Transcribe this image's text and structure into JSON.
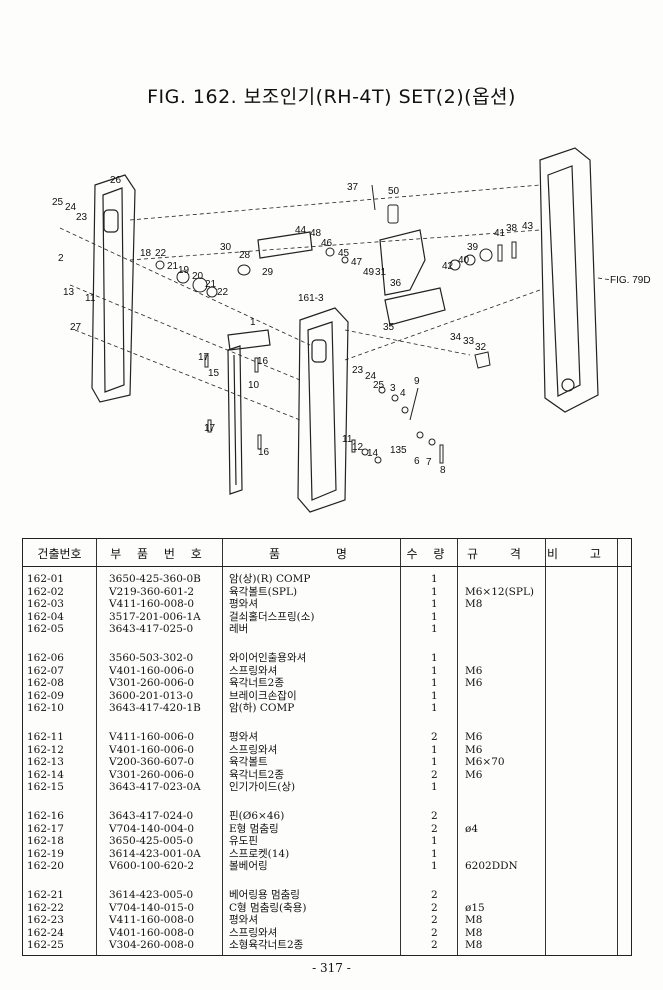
{
  "title": "FIG. 162. 보조인기(RH-4T) SET(2)(옵션)",
  "diagram": {
    "callouts": [
      "26",
      "25",
      "24",
      "23",
      "2",
      "13",
      "11",
      "27",
      "18",
      "22",
      "21",
      "19",
      "20",
      "21",
      "22",
      "30",
      "28",
      "29",
      "44",
      "48",
      "46",
      "45",
      "47",
      "49",
      "31",
      "161-3",
      "36",
      "37",
      "50",
      "35",
      "42",
      "40",
      "39",
      "41",
      "38",
      "43",
      "FIG. 79D",
      "34",
      "33",
      "32",
      "1",
      "17",
      "16",
      "15",
      "10",
      "17",
      "16",
      "23",
      "24",
      "25",
      "3",
      "4",
      "9",
      "11",
      "12",
      "14",
      "13",
      "5",
      "6",
      "7",
      "8"
    ]
  },
  "table": {
    "headers": [
      "건출번호",
      "부 품 번 호",
      "품 명",
      "수 량",
      "규 격",
      "비 고"
    ],
    "rows": [
      [
        "162-01",
        "3650-425-360-0B",
        "암(상)(R) COMP",
        "1",
        ""
      ],
      [
        "162-02",
        "V219-360-601-2",
        "육각볼트(SPL)",
        "1",
        "M6×12(SPL)"
      ],
      [
        "162-03",
        "V411-160-008-0",
        "평와셔",
        "1",
        "M8"
      ],
      [
        "162-04",
        "3517-201-006-1A",
        "걸쇠홀더스프링(소)",
        "1",
        ""
      ],
      [
        "162-05",
        "3643-417-025-0",
        "레버",
        "1",
        ""
      ],
      [
        "162-06",
        "3560-503-302-0",
        "와이어인출용와셔",
        "1",
        ""
      ],
      [
        "162-07",
        "V401-160-006-0",
        "스프링와셔",
        "1",
        "M6"
      ],
      [
        "162-08",
        "V301-260-006-0",
        "육각너트2종",
        "1",
        "M6"
      ],
      [
        "162-09",
        "3600-201-013-0",
        "브레이크손잡이",
        "1",
        ""
      ],
      [
        "162-10",
        "3643-417-420-1B",
        "암(하) COMP",
        "1",
        ""
      ],
      [
        "162-11",
        "V411-160-006-0",
        "평와셔",
        "2",
        "M6"
      ],
      [
        "162-12",
        "V401-160-006-0",
        "스프링와셔",
        "1",
        "M6"
      ],
      [
        "162-13",
        "V200-360-607-0",
        "육각볼트",
        "1",
        "M6×70"
      ],
      [
        "162-14",
        "V301-260-006-0",
        "육각너트2종",
        "2",
        "M6"
      ],
      [
        "162-15",
        "3643-417-023-0A",
        "인기가이드(상)",
        "1",
        ""
      ],
      [
        "162-16",
        "3643-417-024-0",
        "핀(Ø6×46)",
        "2",
        ""
      ],
      [
        "162-17",
        "V704-140-004-0",
        "E형 멈춤링",
        "2",
        "ø4"
      ],
      [
        "162-18",
        "3650-425-005-0",
        "유도핀",
        "1",
        ""
      ],
      [
        "162-19",
        "3614-423-001-0A",
        "스프로켓(14)",
        "1",
        ""
      ],
      [
        "162-20",
        "V600-100-620-2",
        "볼베어링",
        "1",
        "6202DDN"
      ],
      [
        "162-21",
        "3614-423-005-0",
        "베어링용 멈춤링",
        "2",
        ""
      ],
      [
        "162-22",
        "V704-140-015-0",
        "C형 멈춤링(축용)",
        "2",
        "ø15"
      ],
      [
        "162-23",
        "V411-160-008-0",
        "평와셔",
        "2",
        "M8"
      ],
      [
        "162-24",
        "V401-160-008-0",
        "스프링와셔",
        "2",
        "M8"
      ],
      [
        "162-25",
        "V304-260-008-0",
        "소형육각너트2종",
        "2",
        "M8"
      ]
    ]
  },
  "page_number": "- 317 -"
}
